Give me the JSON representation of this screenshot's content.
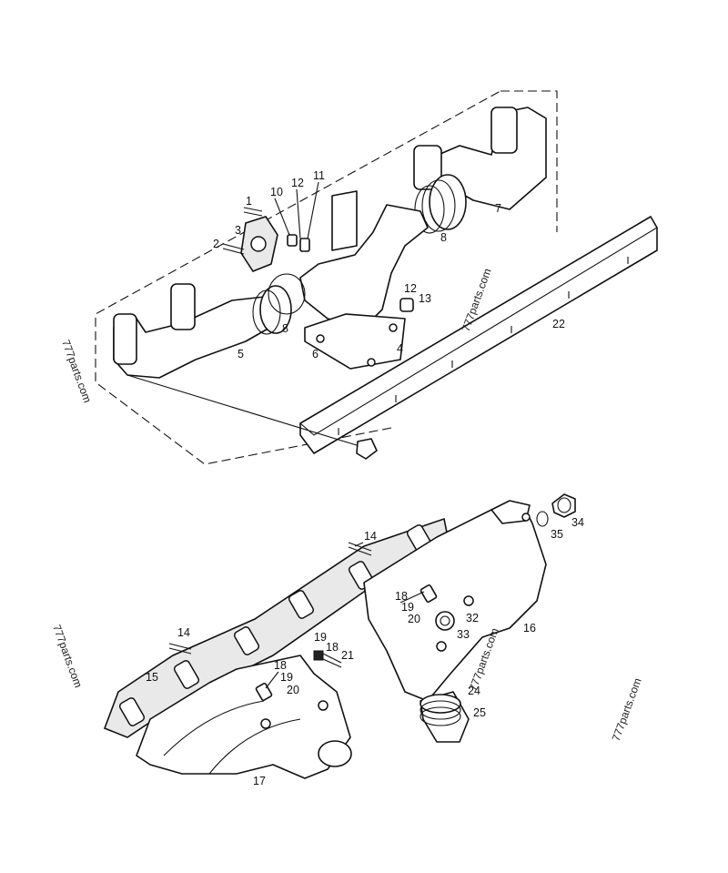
{
  "watermark": "777parts.com",
  "callouts": [
    "1",
    "2",
    "3",
    "4",
    "5",
    "6",
    "7",
    "8",
    "8",
    "10",
    "11",
    "12",
    "12",
    "13",
    "22",
    "14",
    "14",
    "15",
    "16",
    "17",
    "18",
    "19",
    "20",
    "18",
    "19",
    "20",
    "18",
    "19",
    "21",
    "32",
    "33",
    "24",
    "25",
    "34",
    "35"
  ]
}
